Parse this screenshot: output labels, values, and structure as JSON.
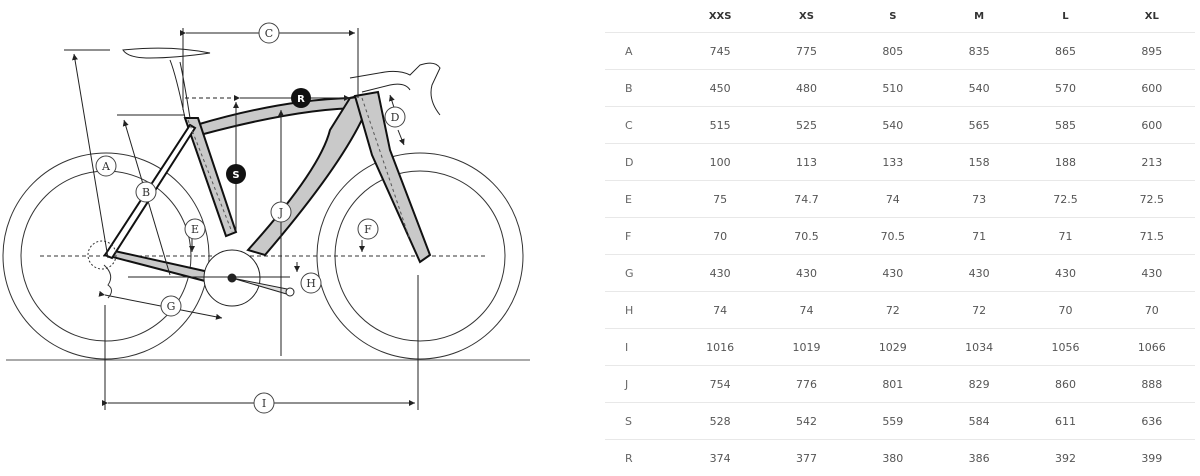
{
  "diagram": {
    "title": "Bike geometry diagram",
    "labels": {
      "A": "A",
      "B": "B",
      "C": "C",
      "D": "D",
      "E": "E",
      "F": "F",
      "G": "G",
      "H": "H",
      "I": "I",
      "J": "J",
      "S": "S",
      "R": "R"
    },
    "colors": {
      "frame_fill": "#c9c9c9",
      "line": "#222222",
      "marker_dark": "#111111"
    }
  },
  "table": {
    "corner": "",
    "sizes": [
      "XXS",
      "XS",
      "S",
      "M",
      "L",
      "XL"
    ],
    "rows": [
      {
        "label": "A",
        "values": [
          "745",
          "775",
          "805",
          "835",
          "865",
          "895"
        ]
      },
      {
        "label": "B",
        "values": [
          "450",
          "480",
          "510",
          "540",
          "570",
          "600"
        ]
      },
      {
        "label": "C",
        "values": [
          "515",
          "525",
          "540",
          "565",
          "585",
          "600"
        ]
      },
      {
        "label": "D",
        "values": [
          "100",
          "113",
          "133",
          "158",
          "188",
          "213"
        ]
      },
      {
        "label": "E",
        "values": [
          "75",
          "74.7",
          "74",
          "73",
          "72.5",
          "72.5"
        ]
      },
      {
        "label": "F",
        "values": [
          "70",
          "70.5",
          "70.5",
          "71",
          "71",
          "71.5"
        ]
      },
      {
        "label": "G",
        "values": [
          "430",
          "430",
          "430",
          "430",
          "430",
          "430"
        ]
      },
      {
        "label": "H",
        "values": [
          "74",
          "74",
          "72",
          "72",
          "70",
          "70"
        ]
      },
      {
        "label": "I",
        "values": [
          "1016",
          "1019",
          "1029",
          "1034",
          "1056",
          "1066"
        ]
      },
      {
        "label": "J",
        "values": [
          "754",
          "776",
          "801",
          "829",
          "860",
          "888"
        ]
      },
      {
        "label": "S",
        "values": [
          "528",
          "542",
          "559",
          "584",
          "611",
          "636"
        ]
      },
      {
        "label": "R",
        "values": [
          "374",
          "377",
          "380",
          "386",
          "392",
          "399"
        ]
      }
    ]
  }
}
